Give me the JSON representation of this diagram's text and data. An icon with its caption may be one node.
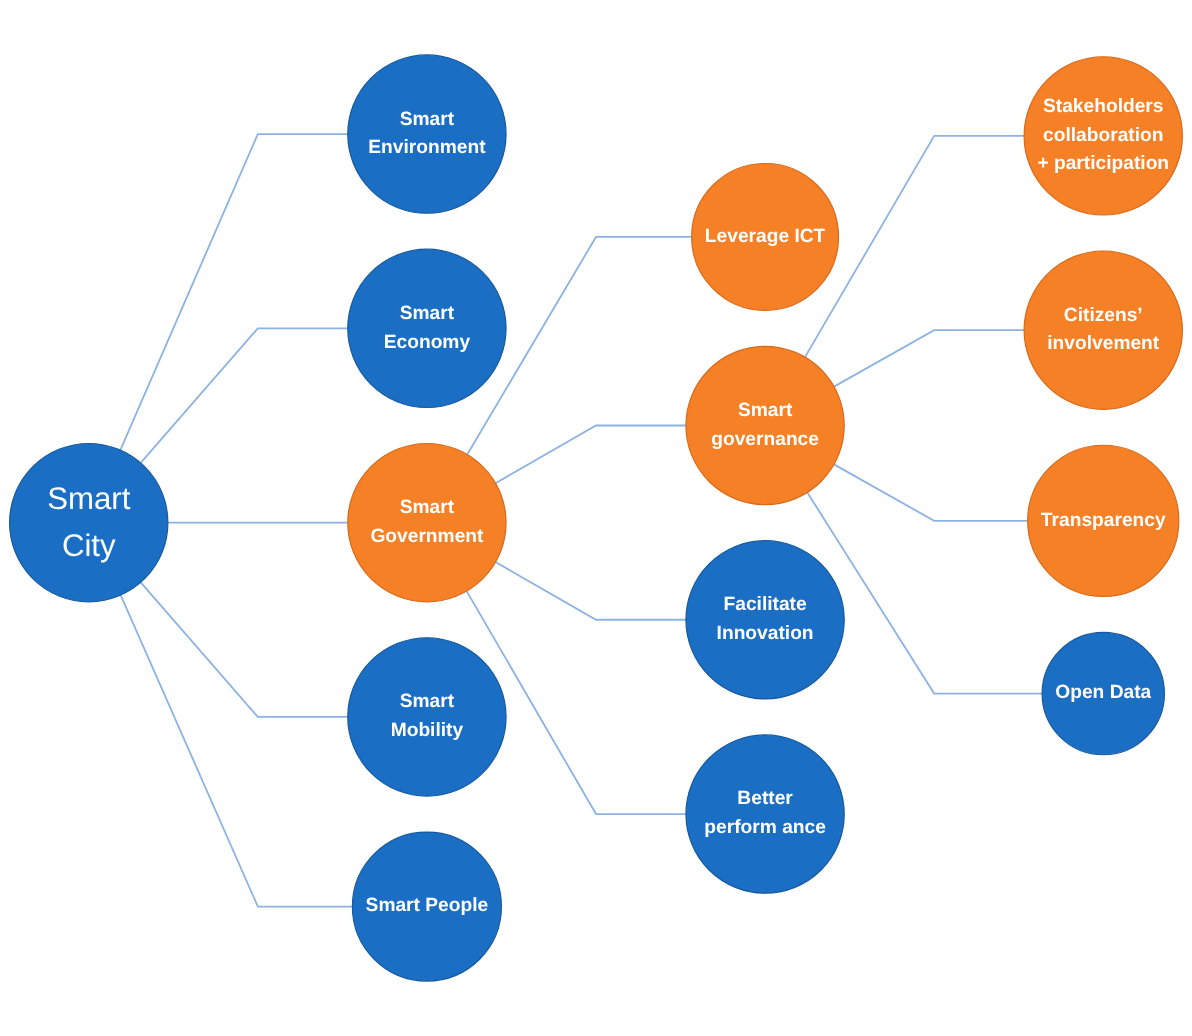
{
  "diagram": {
    "nodes": [
      {
        "text": [
          "Stakeholders collaboration + participation"
        ]
      },
      {
        "text": [
          "Citizens’ involvement"
        ]
      },
      {
        "text": [
          "Transparency"
        ]
      },
      {
        "text": [
          "Leverage ICT"
        ]
      },
      {
        "text": [
          "Smart Environment"
        ]
      },
      {
        "text": [
          "Smart governance"
        ]
      },
      {
        "text": [
          "Smart Government"
        ]
      },
      {
        "text": [
          "Smart Economy"
        ]
      },
      {
        "text": [
          "Open Data"
        ]
      },
      {
        "text": [
          "Smart City"
        ]
      },
      {
        "text": [
          "Facilitate Innovation"
        ]
      },
      {
        "text": [
          "Better perform ance"
        ]
      },
      {
        "text": [
          "Smart Mobility"
        ]
      },
      {
        "text": [
          "Smart People"
        ]
      }
    ],
    "edges": [
      {
        "from": 9,
        "to": 4,
        "arrow": "none"
      },
      {
        "from": 9,
        "to": 7,
        "arrow": "none"
      },
      {
        "from": 9,
        "to": 12,
        "arrow": "none"
      },
      {
        "from": 9,
        "to": 13,
        "arrow": "none"
      },
      {
        "from": 9,
        "to": 6,
        "arrow": "none"
      },
      {
        "from": 6,
        "to": 3,
        "arrow": "none"
      },
      {
        "from": 6,
        "to": 5,
        "arrow": "none"
      },
      {
        "from": 6,
        "to": 10,
        "arrow": "none"
      },
      {
        "from": 6,
        "to": 11,
        "arrow": "none"
      },
      {
        "from": 5,
        "to": 0,
        "arrow": "none"
      },
      {
        "from": 5,
        "to": 1,
        "arrow": "none"
      },
      {
        "from": 5,
        "to": 2,
        "arrow": "none"
      },
      {
        "from": 5,
        "to": 8,
        "arrow": "none"
      }
    ]
  }
}
